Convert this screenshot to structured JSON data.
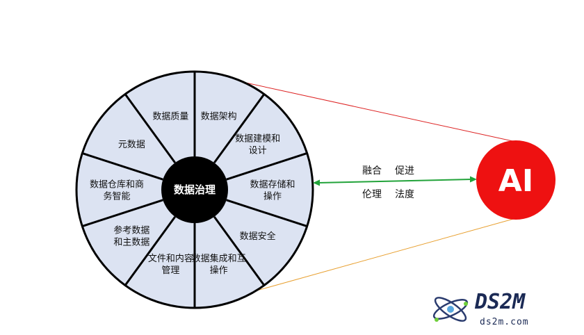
{
  "wheel": {
    "center_label": "数据治理",
    "segments": [
      {
        "lines": [
          "数据架构"
        ]
      },
      {
        "lines": [
          "数据建模和",
          "设计"
        ]
      },
      {
        "lines": [
          "数据存储和",
          "操作"
        ]
      },
      {
        "lines": [
          "数据安全"
        ]
      },
      {
        "lines": [
          "数据集成和互",
          "操作"
        ]
      },
      {
        "lines": [
          "文件和内容",
          "管理"
        ]
      },
      {
        "lines": [
          "参考数据",
          "和主数据"
        ]
      },
      {
        "lines": [
          "数据仓库和商",
          "务智能"
        ]
      },
      {
        "lines": [
          "元数据"
        ]
      },
      {
        "lines": [
          "数据质量"
        ]
      }
    ]
  },
  "ai": {
    "label": "AI"
  },
  "link": {
    "top_left": "融合",
    "top_right": "促进",
    "bottom_left": "伦理",
    "bottom_right": "法度"
  },
  "logo": {
    "main": "DS2M",
    "sub": "ds2m.com"
  },
  "colors": {
    "segment_fill": "#dce3f2",
    "ai_fill": "#ee1111",
    "arrow": "#22a33a",
    "upper_line": "#dd2222",
    "lower_line": "#e8a030"
  }
}
